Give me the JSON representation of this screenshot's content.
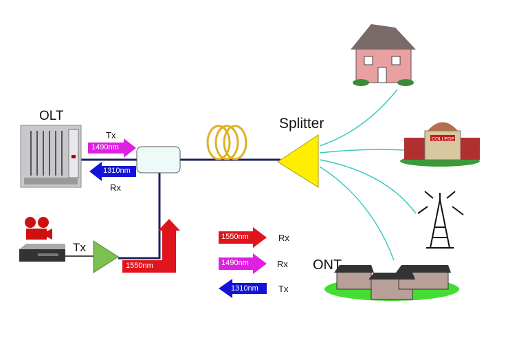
{
  "labels": {
    "olt": "OLT",
    "splitter": "Splitter",
    "ont": "ONT",
    "olt_tx": "Tx",
    "olt_rx": "Rx",
    "video_tx": "Tx"
  },
  "arrows": {
    "olt_down": "1490nm",
    "olt_up": "1310nm",
    "video": "1550nm"
  },
  "legend": [
    {
      "wavelength": "1550nm",
      "role": "Rx",
      "color": "#e0141c",
      "direction": "right"
    },
    {
      "wavelength": "1490nm",
      "role": "Rx",
      "color": "#e020e0",
      "direction": "right"
    },
    {
      "wavelength": "1310nm",
      "role": "Tx",
      "color": "#1414d8",
      "direction": "left"
    }
  ],
  "college_sign": "COLLEGE",
  "colors": {
    "fiber": "#1a2060",
    "drop": "#3cc8c0",
    "splitter": "#ffee00",
    "amplifier": "#7cc050",
    "coupler": "#eefaf8"
  }
}
